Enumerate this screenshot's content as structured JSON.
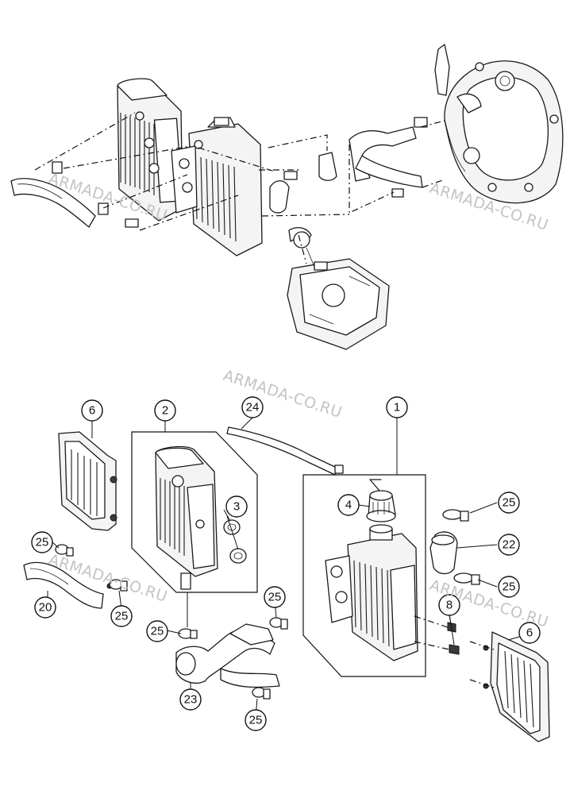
{
  "watermark": "ARMADA-CO.RU",
  "callouts": {
    "c1": "1",
    "c2": "2",
    "c3": "3",
    "c4": "4",
    "c6a": "6",
    "c6b": "6",
    "c8": "8",
    "c20": "20",
    "c22": "22",
    "c23": "23",
    "c24": "24",
    "c25a": "25",
    "c25b": "25",
    "c25c": "25",
    "c25d": "25",
    "c25e": "25",
    "c25f": "25",
    "c25g": "25"
  }
}
